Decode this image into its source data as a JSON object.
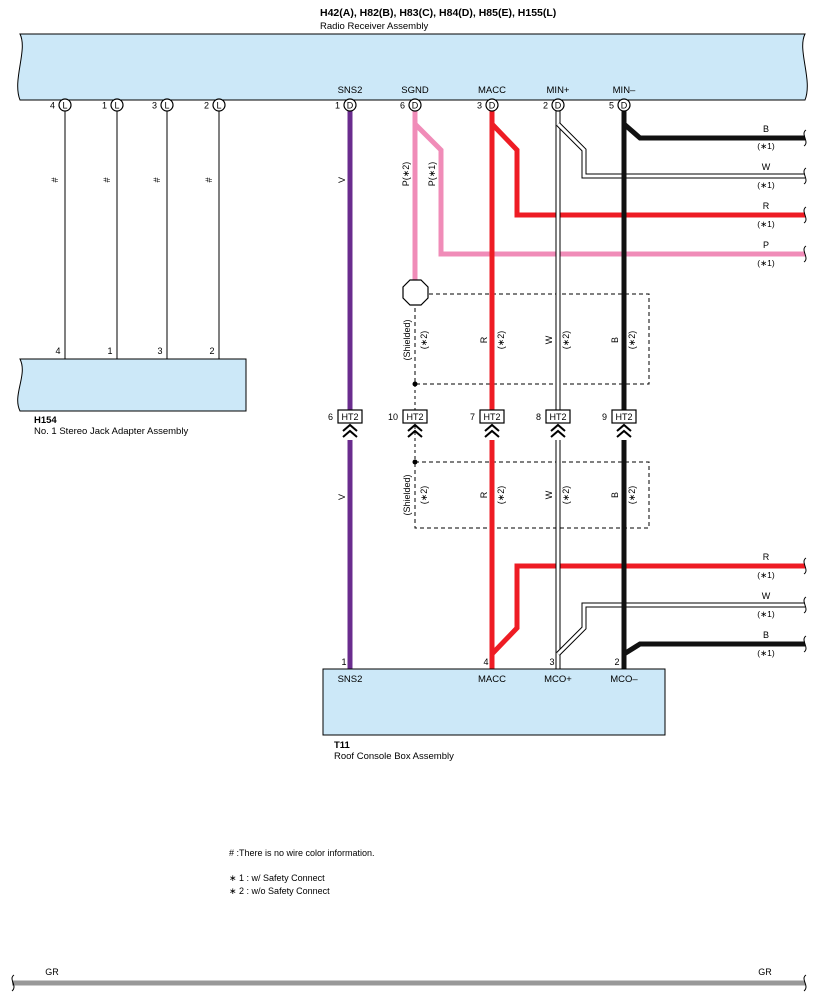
{
  "title": "H42(A), H82(B), H83(C), H84(D), H85(E), H155(L)",
  "radio_name": "Radio Receiver Assembly",
  "jack_id": "H154",
  "jack_name": "No. 1 Stereo Jack Adapter Assembly",
  "roof_id": "T11",
  "roof_name": "Roof Console Box Assembly",
  "top_pins": {
    "l4": {
      "num": "4",
      "code": "L"
    },
    "l1": {
      "num": "1",
      "code": "L"
    },
    "l3": {
      "num": "3",
      "code": "L"
    },
    "l2": {
      "num": "2",
      "code": "L"
    },
    "sns2": {
      "num": "1",
      "code": "D",
      "name": "SNS2"
    },
    "sgnd": {
      "num": "6",
      "code": "D",
      "name": "SGND"
    },
    "macc": {
      "num": "3",
      "code": "D",
      "name": "MACC"
    },
    "minp": {
      "num": "2",
      "code": "D",
      "name": "MIN+"
    },
    "minm": {
      "num": "5",
      "code": "D",
      "name": "MIN–"
    }
  },
  "jack_pins": [
    "4",
    "1",
    "3",
    "2"
  ],
  "hash": "#",
  "wire_colors": {
    "v": "V",
    "p2": "P(∗2)",
    "p1": "P(∗1)",
    "r": "R",
    "w": "W",
    "b": "B",
    "p": "P",
    "gr": "GR"
  },
  "star1": "(∗1)",
  "star2": "(∗2)",
  "shielded": "(Shielded)",
  "ht2": {
    "label": "HT2",
    "pins": {
      "sns2": "6",
      "sgnd": "10",
      "macc": "7",
      "minp": "8",
      "minm": "9"
    }
  },
  "roof_pins": {
    "sns2": {
      "num": "1",
      "name": "SNS2"
    },
    "macc": {
      "num": "4",
      "name": "MACC"
    },
    "mcop": {
      "num": "3",
      "name": "MCO+"
    },
    "mcom": {
      "num": "2",
      "name": "MCO–"
    }
  },
  "notes": {
    "hash_note": "# :There is no wire color information.",
    "n1": "∗ 1 : w/ Safety Connect",
    "n2": "∗ 2 : w/o Safety Connect"
  },
  "colors": {
    "violet": "#6a2c8e",
    "pink": "#f08cb8",
    "red": "#ee1c24",
    "black": "#111111",
    "gray": "#999999",
    "box": "#cce8f8"
  }
}
